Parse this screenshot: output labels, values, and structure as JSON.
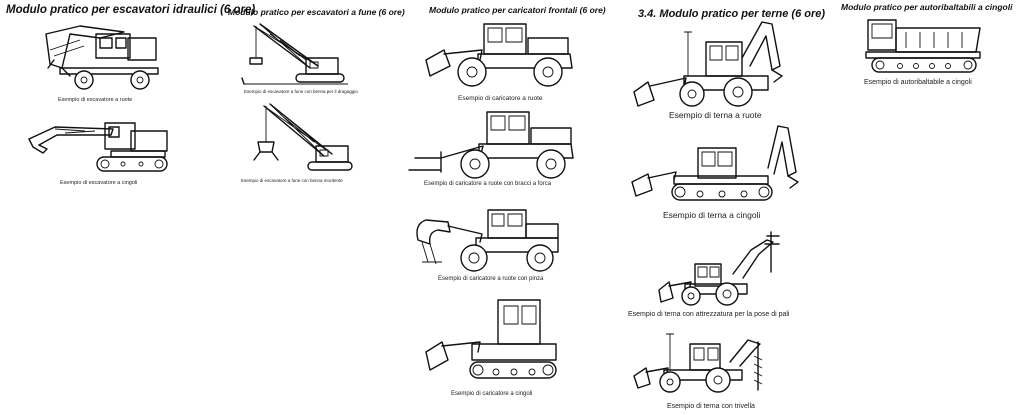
{
  "columns": [
    {
      "title": "Modulo pratico per escavatori idraulici (6 ore)",
      "figures": [
        {
          "caption": "Esempio di escavatore a ruote",
          "icon": "wheeled-excavator-drawing"
        },
        {
          "caption": "Esempio di escavatore a cingoli",
          "icon": "tracked-excavator-drawing"
        }
      ]
    },
    {
      "title": "Modulo pratico per escavatori a fune (6 ore)",
      "figures": [
        {
          "caption": "Esempio di escavatore a fune con benna per il dragaggio",
          "icon": "dragline-excavator-drawing"
        },
        {
          "caption": "Esempio di escavatore a fune con benna mordente",
          "icon": "clamshell-crane-drawing"
        }
      ]
    },
    {
      "title": "Modulo pratico per caricatori frontali (6 ore)",
      "figures": [
        {
          "caption": "Esempio di caricatore a ruote",
          "icon": "wheel-loader-drawing"
        },
        {
          "caption": "Esempio di caricatore a ruote con bracci a forca",
          "icon": "wheel-loader-forks-drawing"
        },
        {
          "caption": "Esempio di caricatore a ruote con pinza",
          "icon": "wheel-loader-grapple-drawing"
        },
        {
          "caption": "Esempio di caricatore a cingoli",
          "icon": "track-loader-drawing"
        }
      ]
    },
    {
      "title": "3.4. Modulo pratico per terne (6 ore)",
      "figures": [
        {
          "caption": "Esempio di terna a ruote",
          "icon": "backhoe-loader-drawing"
        },
        {
          "caption": "Esempio di terna a cingoli",
          "icon": "tracked-backhoe-drawing"
        },
        {
          "caption": "Esempio di terna con attrezzatura per la pose di pali",
          "icon": "pile-backhoe-drawing"
        },
        {
          "caption": "Esempio di terna con trivella",
          "icon": "auger-backhoe-drawing"
        }
      ]
    },
    {
      "title": "Modulo pratico per autoribaltabili a cingoli",
      "figures": [
        {
          "caption": "Esempio di autoribaltabile a cingoli",
          "icon": "tracked-dumper-drawing"
        }
      ]
    }
  ]
}
